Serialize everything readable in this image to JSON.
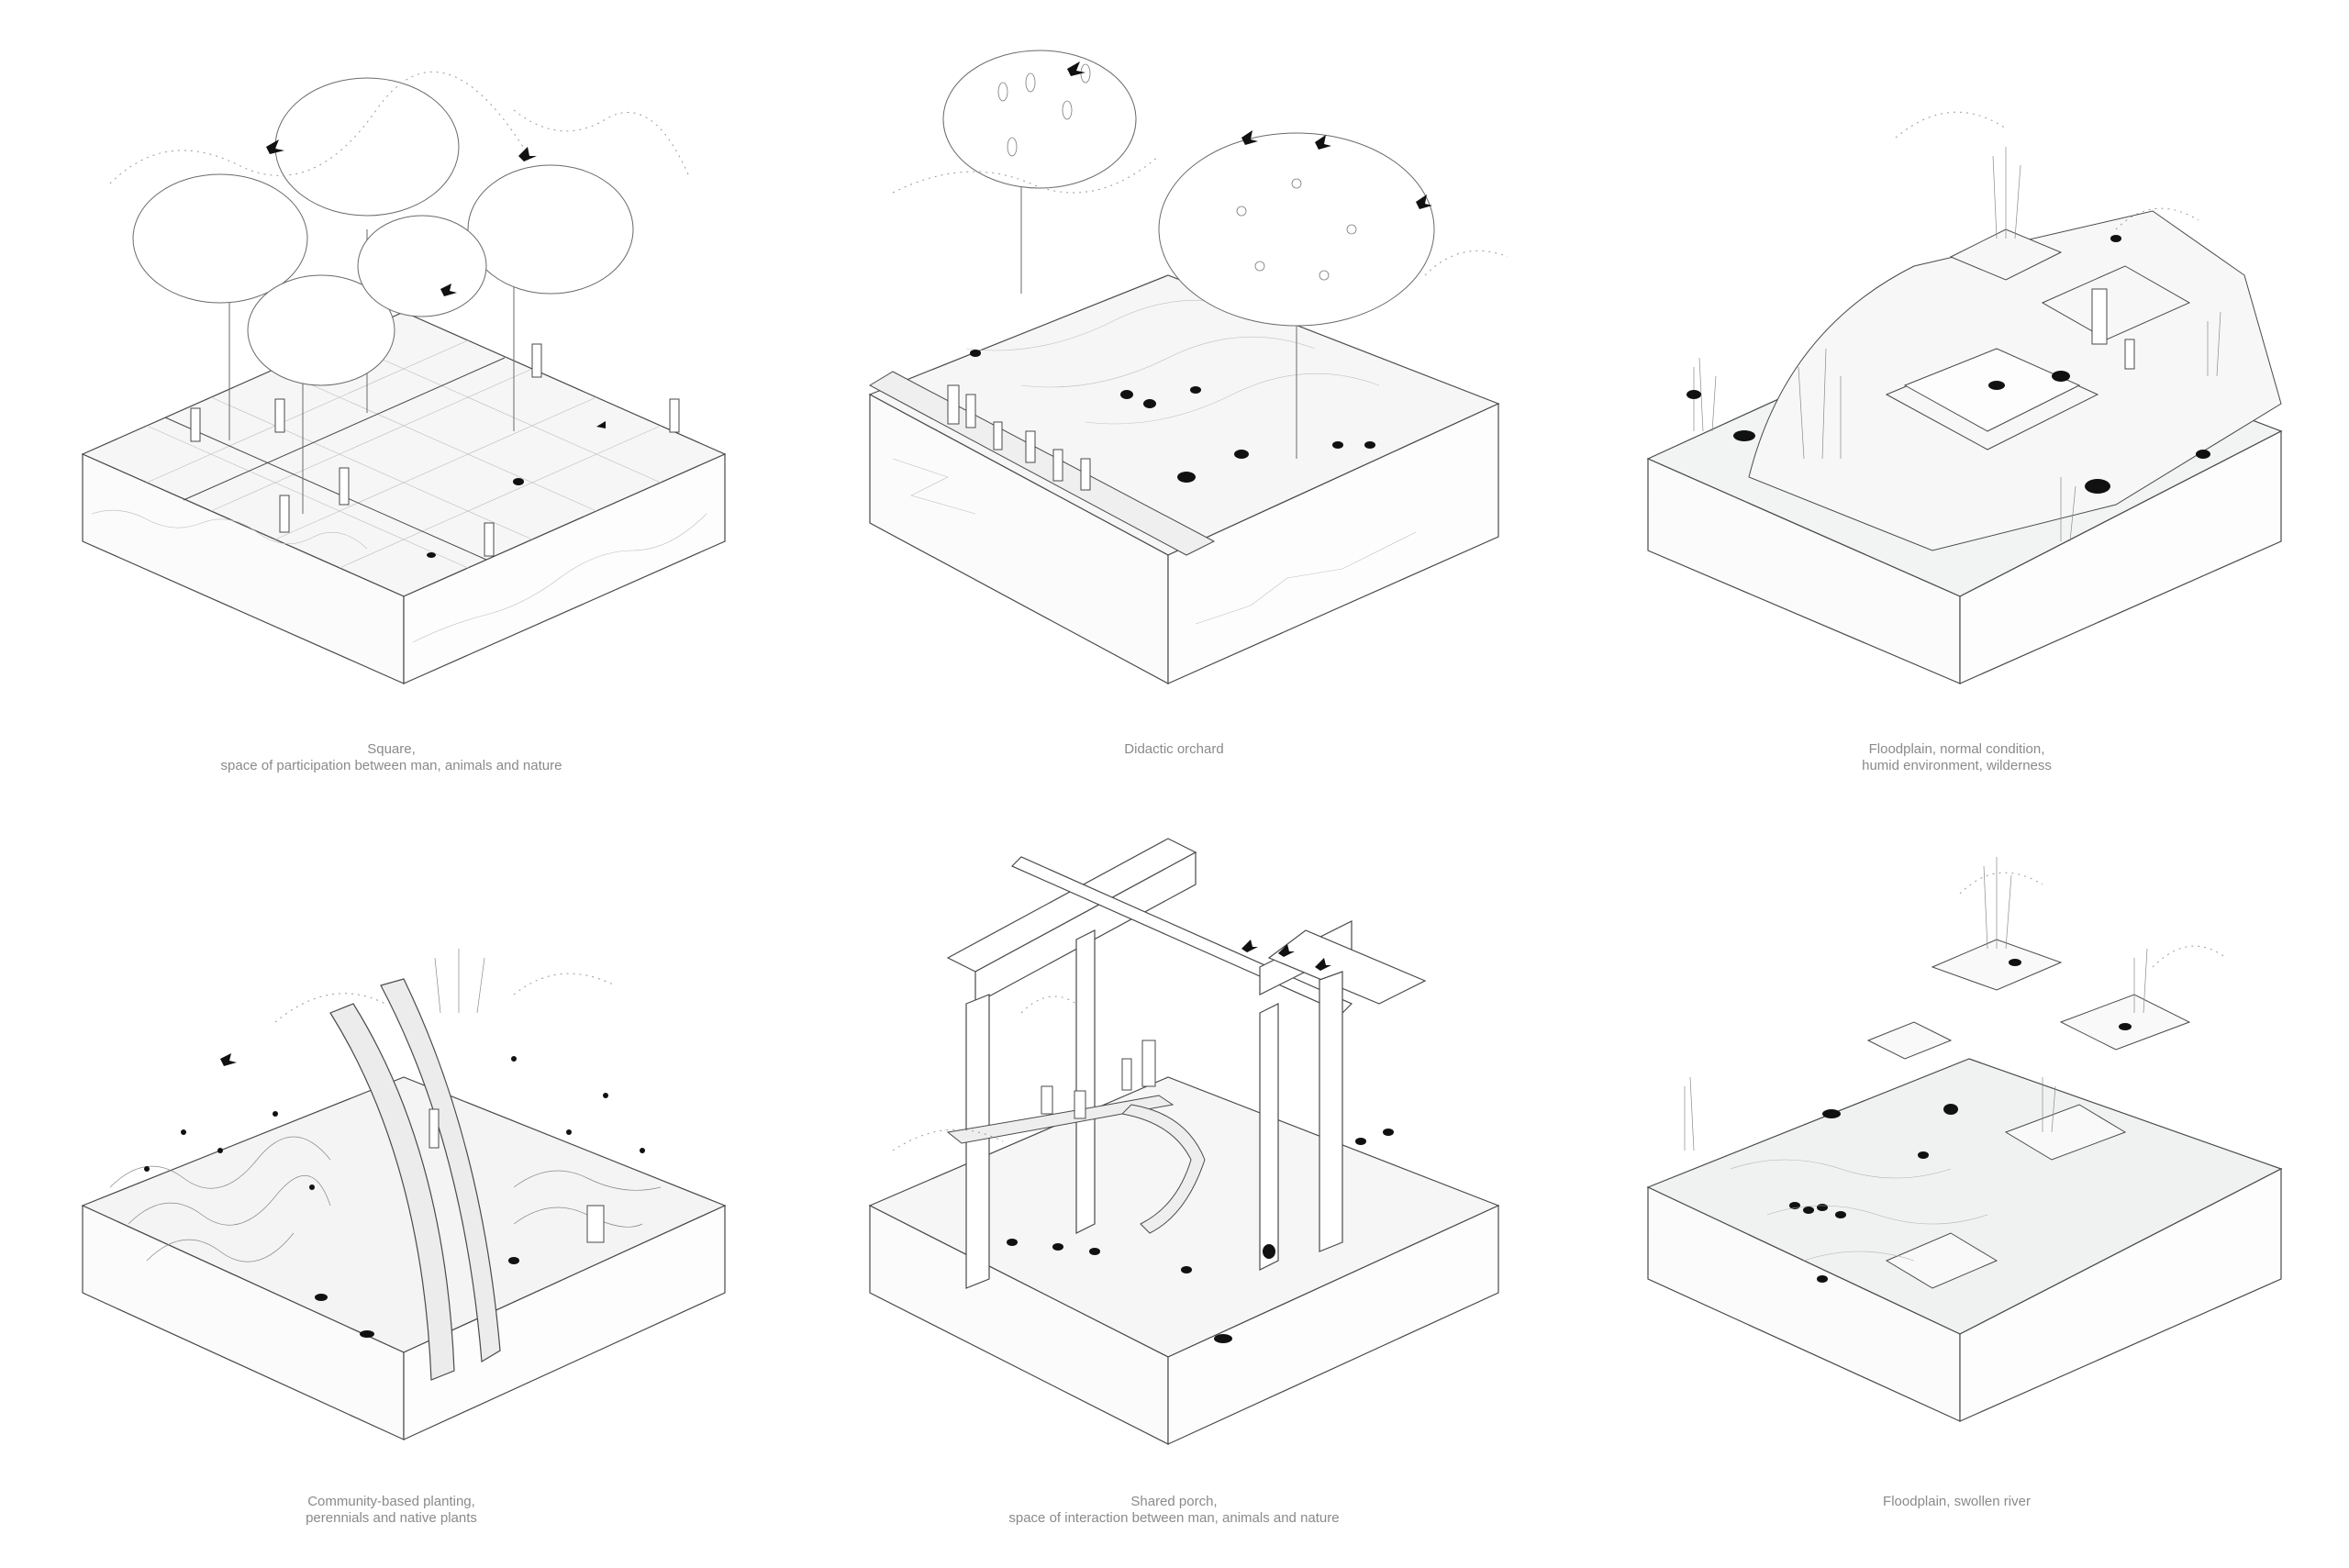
{
  "panels": [
    {
      "id": "square",
      "caption_line1": "Square,",
      "caption_line2": "space of participation between man, animals and nature"
    },
    {
      "id": "orchard",
      "caption_line1": "Didactic orchard",
      "caption_line2": ""
    },
    {
      "id": "floodplain-normal",
      "caption_line1": "Floodplain, normal condition,",
      "caption_line2": "humid environment, wilderness"
    },
    {
      "id": "community-planting",
      "caption_line1": "Community-based planting,",
      "caption_line2": "perennials and native plants"
    },
    {
      "id": "shared-porch",
      "caption_line1": "Shared porch,",
      "caption_line2": "space of interaction between man, animals and nature"
    },
    {
      "id": "floodplain-swollen",
      "caption_line1": "Floodplain, swollen river",
      "caption_line2": ""
    }
  ],
  "colors": {
    "line": "#4a4a4a",
    "fill_light": "#f6f6f6",
    "fill_side": "#fbfbfb",
    "animal": "#111111",
    "caption": "#8a8a8a",
    "water": "#f0f2f2"
  }
}
